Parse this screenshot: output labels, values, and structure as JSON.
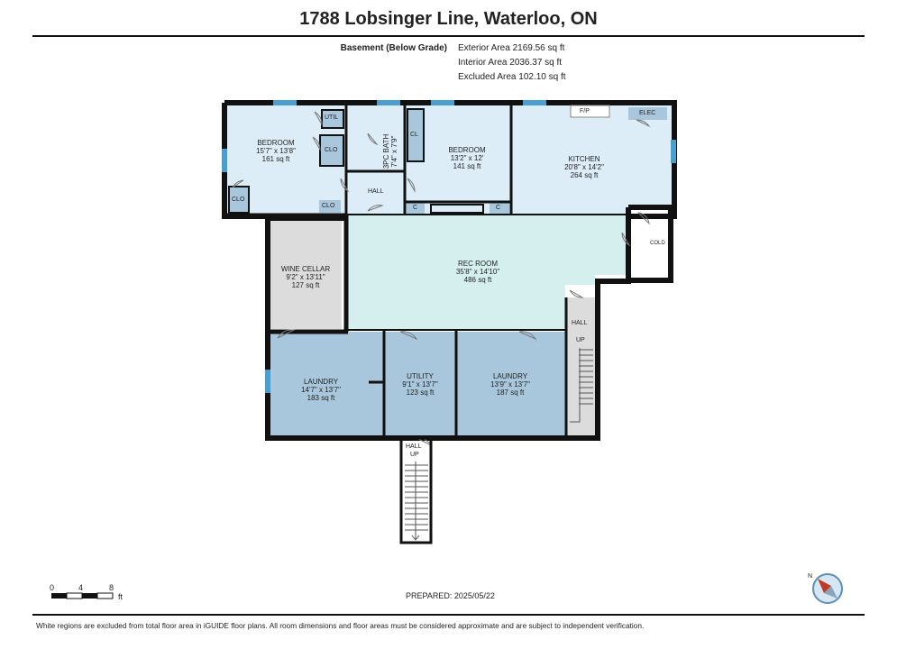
{
  "title": "1788 Lobsinger Line, Waterloo, ON",
  "summary": {
    "level": "Basement (Below Grade)",
    "exterior": "Exterior Area 2169.56 sq ft",
    "interior": "Interior Area 2036.37 sq ft",
    "excluded": "Excluded Area 102.10 sq ft"
  },
  "rooms": {
    "bedroom1": {
      "name": "BEDROOM",
      "dim": "15'7\" x 13'8\"",
      "area": "161 sq ft"
    },
    "bath": {
      "name": "3PC BATH",
      "dim": "7'4\" x 7'9\""
    },
    "bedroom2": {
      "name": "BEDROOM",
      "dim": "13'2\" x 12'",
      "area": "141 sq ft"
    },
    "kitchen": {
      "name": "KITCHEN",
      "dim": "20'8\" x 14'2\"",
      "area": "264 sq ft"
    },
    "wine": {
      "name": "WINE CELLAR",
      "dim": "9'2\" x 13'11\"",
      "area": "127 sq ft"
    },
    "rec": {
      "name": "REC ROOM",
      "dim": "35'8\" x 14'10\"",
      "area": "486 sq ft"
    },
    "laundry1": {
      "name": "LAUNDRY",
      "dim": "14'7\" x 13'7\"",
      "area": "183 sq ft"
    },
    "utility": {
      "name": "UTILITY",
      "dim": "9'1\" x 13'7\"",
      "area": "123 sq ft"
    },
    "laundry2": {
      "name": "LAUNDRY",
      "dim": "13'9\" x 13'7\"",
      "area": "187 sq ft"
    }
  },
  "labels": {
    "util": "UTIL",
    "clo": "CLO",
    "cl": "CL",
    "c": "C",
    "hall": "HALL",
    "up": "UP",
    "fp": "F/P",
    "elec": "ELEC",
    "cold": "COLD"
  },
  "scale": {
    "t0": "0",
    "t1": "4",
    "t2": "8",
    "unit": "ft"
  },
  "compass": {
    "letter": "N"
  },
  "prepared": "PREPARED: 2025/05/22",
  "disclaimer": "White regions are excluded from total floor area in iGUIDE floor plans. All room dimensions and floor areas must be considered approximate and are subject to independent verification.",
  "colors": {
    "light_blue": "#dcedf7",
    "teal": "#d5eeee",
    "mid_blue": "#a9c7dc",
    "gray": "#dcdcdc",
    "wall": "#111111",
    "window": "#4a9fd0"
  }
}
